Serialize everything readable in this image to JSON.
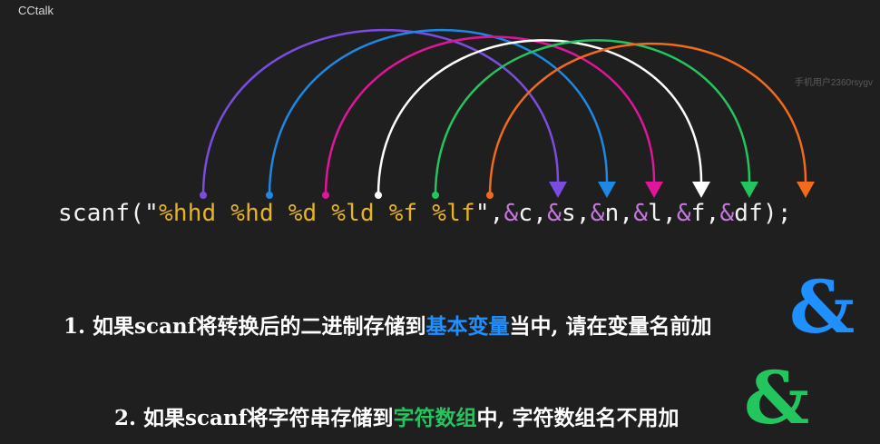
{
  "brand": "CCtalk",
  "watermark": "手机用户2360rsygv",
  "code": {
    "prefix": "scanf(\"",
    "formats": [
      "%hhd",
      "%hd",
      "%d",
      "%ld",
      "%f",
      "%lf"
    ],
    "mid": "\",",
    "args": [
      {
        "amp": "&",
        "name": "c"
      },
      {
        "amp": "&",
        "name": "s"
      },
      {
        "amp": "&",
        "name": "n"
      },
      {
        "amp": "&",
        "name": "l"
      },
      {
        "amp": "&",
        "name": "f"
      },
      {
        "amp": "&",
        "name": "df"
      }
    ],
    "suffix": ");"
  },
  "arc_colors": [
    "#7b4ce0",
    "#1e88e5",
    "#e0159a",
    "#ffffff",
    "#22c55e",
    "#f26a1b"
  ],
  "notes": {
    "line1_prefix": "1. 如果scanf将转换后的二进制存储到",
    "line1_highlight": "基本变量",
    "line1_suffix": "当中, 请在变量名前加",
    "line1_symbol": "&",
    "line2_prefix": "2. 如果scanf将字符串存储到",
    "line2_highlight": "字符数组",
    "line2_suffix": "中, 字符数组名不用加",
    "line2_symbol": "&"
  }
}
